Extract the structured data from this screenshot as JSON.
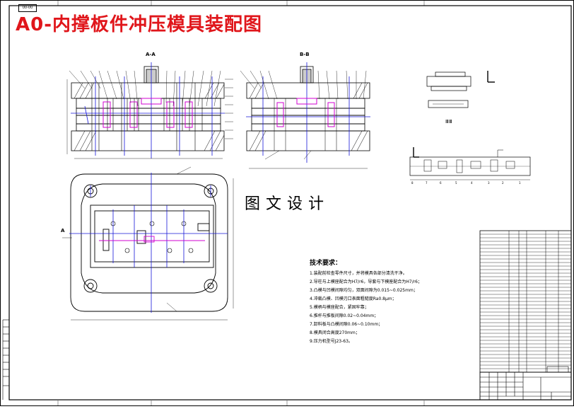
{
  "title": "A0-内撑板件冲压模具装配图",
  "stamp": "00-00",
  "watermark": "图文设计",
  "view_labels": {
    "front_section": "A-A",
    "side_section": "B-B",
    "plan_mark": "A",
    "top_right_mark": "L"
  },
  "requirements": {
    "heading": "技术要求：",
    "items": [
      "1.装配前检查零件尺寸，并将模具各部分清洗干净。",
      "2.导柱与上模座配合为H7/r6，导套与下模座配合为H7/r6；",
      "3.凸模与凹模间隙均匀，双面间隙为0.015~0.025mm；",
      "4.冲裁凸模、凹模刃口表面粗糙度Ra0.8μm；",
      "5.模柄与模座配合，紧固牢靠；",
      "6.推杆与推板间隙0.02~0.04mm；",
      "7.卸料板与凸模间隙0.06~0.10mm；",
      "8.模具闭合高度270mm；",
      "9.压力机型号J23-63。"
    ]
  },
  "colors": {
    "title": "#e0161b",
    "blue": "#1616d8",
    "magenta": "#d000d0",
    "lines": "#000000"
  }
}
